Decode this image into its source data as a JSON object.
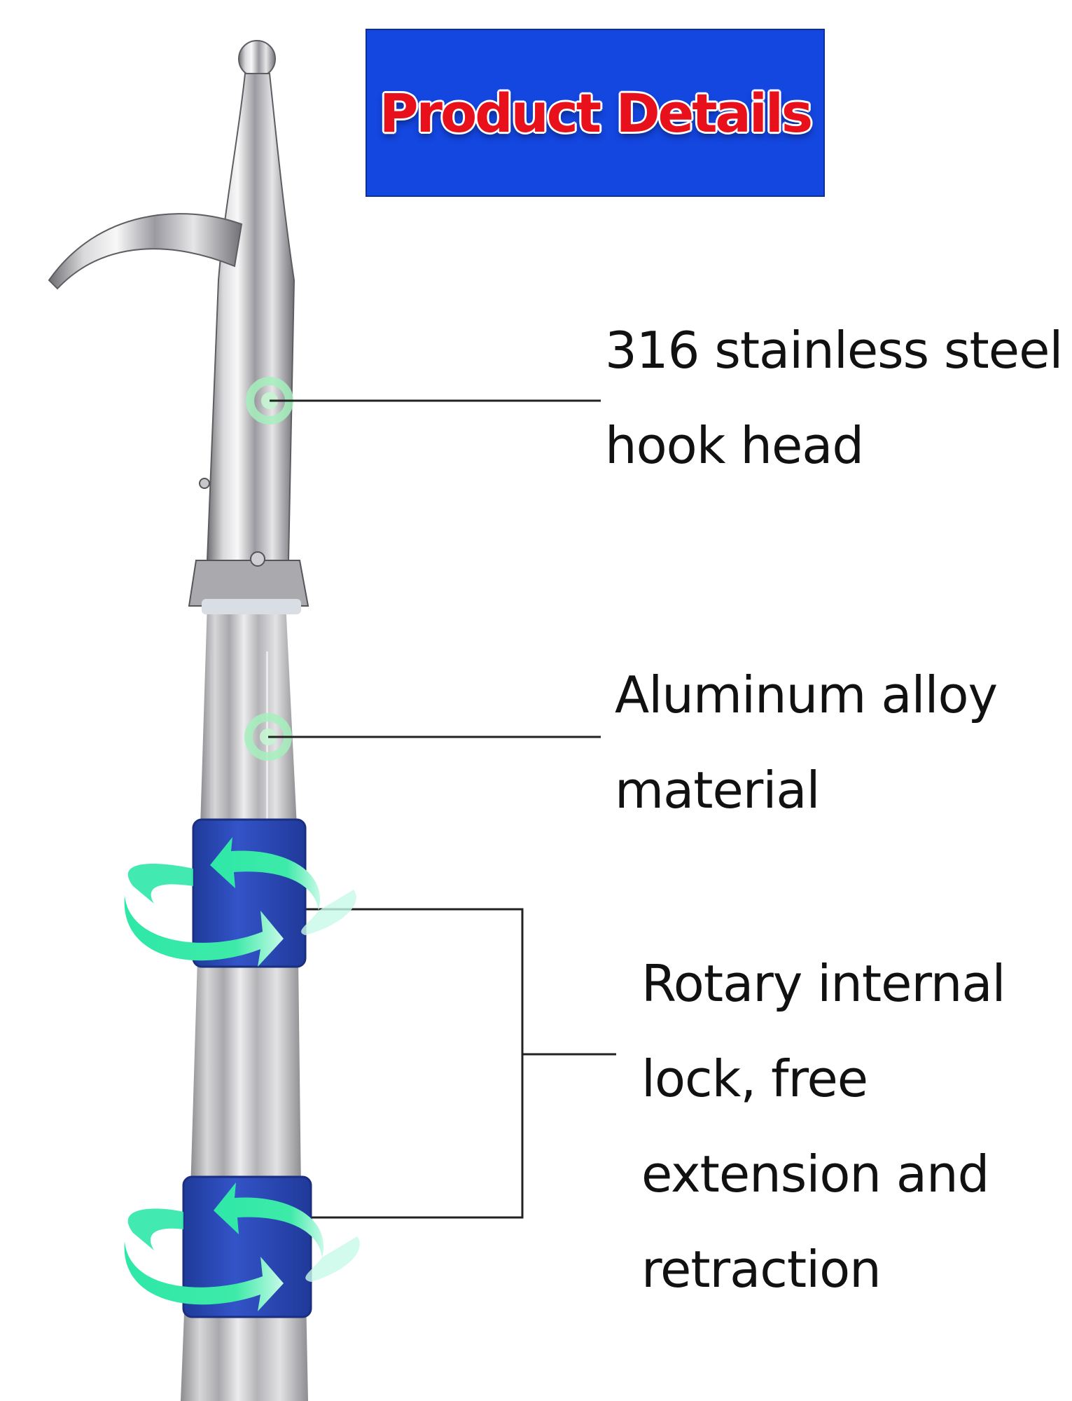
{
  "header": {
    "title": "Product Details"
  },
  "callouts": {
    "hook_head": {
      "lines": [
        "316 stainless steel",
        "hook head"
      ]
    },
    "material": {
      "lines": [
        "Aluminum alloy",
        "material"
      ]
    },
    "lock": {
      "lines": [
        "Rotary internal",
        "lock, free",
        "extension and",
        "retraction"
      ]
    }
  },
  "colors": {
    "title_background": "#1446e0",
    "title_text": "#e8101a",
    "lock_collar": "#2b49b8",
    "arrow": "#2ee8a8",
    "marker": "#a6f0bd"
  },
  "icons": [
    "hook-head-icon",
    "rotate-arrow-icon",
    "marker-dot-icon"
  ]
}
